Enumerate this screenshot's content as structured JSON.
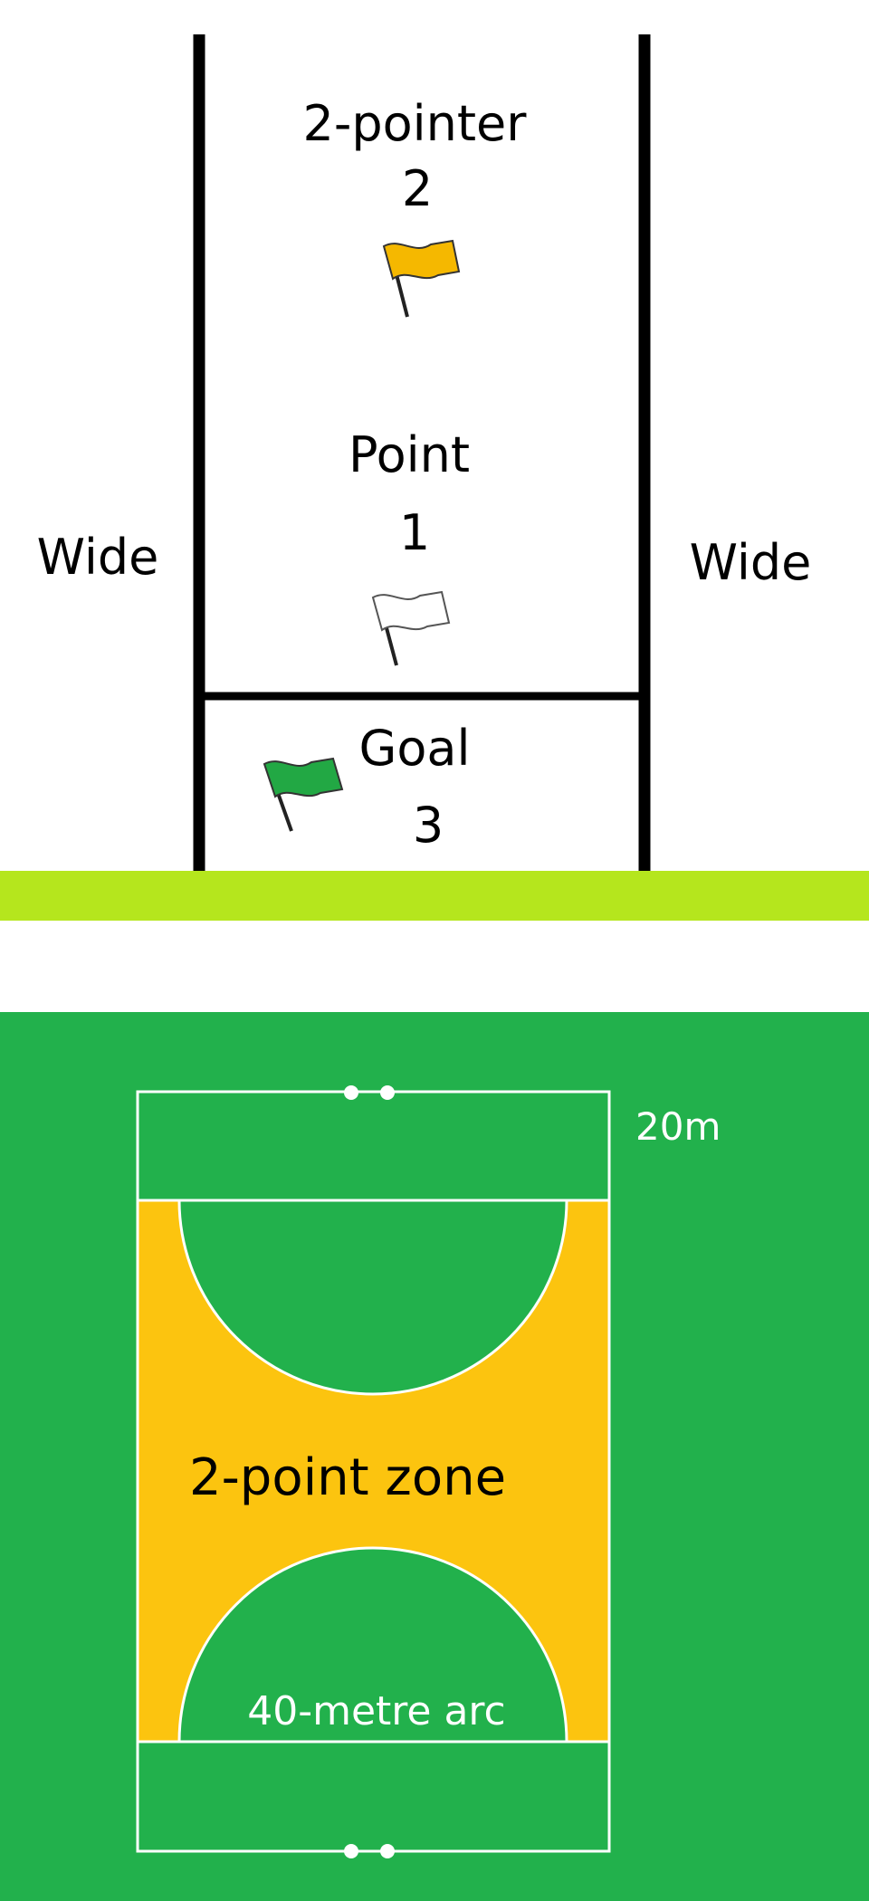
{
  "goalposts": {
    "two_pointer": {
      "label": "2-pointer",
      "value": "2",
      "flag_color": "#f5b800"
    },
    "point": {
      "label": "Point",
      "value": "1",
      "flag_color": "#ffffff"
    },
    "goal": {
      "label": "Goal",
      "value": "3",
      "flag_color": "#22a844"
    },
    "wide_left": "Wide",
    "wide_right": "Wide",
    "ground_color": "#b5e61d"
  },
  "pitch": {
    "length_label": "20m",
    "zone_label": "2-point zone",
    "arc_label": "40-metre arc",
    "field_color": "#22b14c",
    "zone_color": "#fcc40f"
  }
}
